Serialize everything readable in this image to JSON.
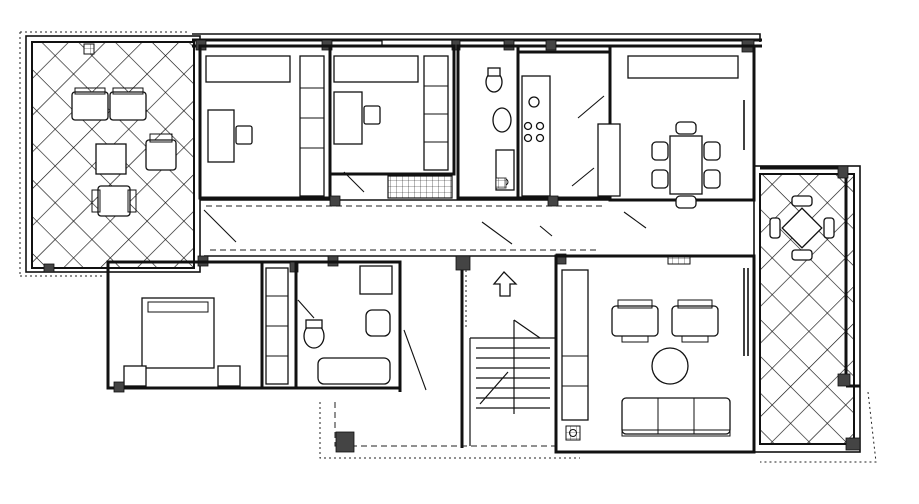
{
  "drawing": {
    "kind": "residential-floor-plan",
    "colors": {
      "ink": "#111111",
      "paper": "#ffffff",
      "column_fill": "#444444"
    },
    "rooms": [
      "terrace-west",
      "study-1",
      "study-2",
      "wc-small",
      "kitchen",
      "dining",
      "corridor",
      "bedroom",
      "closet",
      "bathroom",
      "stairwell",
      "living",
      "balcony-east"
    ],
    "symbols": [
      "entrance-arrow-icon",
      "stair-icon",
      "column-marker-icon"
    ]
  }
}
